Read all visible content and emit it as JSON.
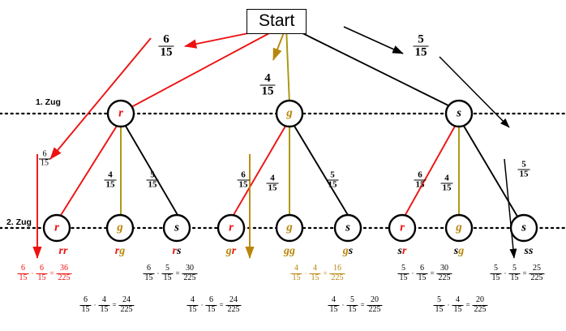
{
  "title": "Probability tree diagram - two draws with replacement (15 items: 6 red, 4 green, 5 black)",
  "colors": {
    "red": "#ee1111",
    "gold": "#b8860b",
    "black": "#000000",
    "background": "#ffffff"
  },
  "start": {
    "label": "Start"
  },
  "levels": [
    {
      "name": "level-1-label",
      "text": "1. Zug"
    },
    {
      "name": "level-2-label",
      "text": "2. Zug"
    }
  ],
  "level1": {
    "nodes": [
      {
        "id": "r",
        "label": "r",
        "color": "red"
      },
      {
        "id": "g",
        "label": "g",
        "color": "gold"
      },
      {
        "id": "s",
        "label": "s",
        "color": "black"
      }
    ],
    "edges": [
      {
        "to": "r",
        "num": "6",
        "den": "15",
        "color": "red"
      },
      {
        "to": "g",
        "num": "4",
        "den": "15",
        "color": "gold"
      },
      {
        "to": "s",
        "num": "5",
        "den": "15",
        "color": "black"
      }
    ]
  },
  "level2": {
    "groups": [
      {
        "parent": "r",
        "children": [
          {
            "id": "rr",
            "label": "r",
            "color": "red",
            "num": "6",
            "den": "15"
          },
          {
            "id": "rg",
            "label": "g",
            "color": "gold",
            "num": "4",
            "den": "15"
          },
          {
            "id": "rs",
            "label": "s",
            "color": "black",
            "num": "5",
            "den": "15"
          }
        ]
      },
      {
        "parent": "g",
        "children": [
          {
            "id": "gr",
            "label": "r",
            "color": "red",
            "num": "6",
            "den": "15"
          },
          {
            "id": "gg",
            "label": "g",
            "color": "gold",
            "num": "4",
            "den": "15"
          },
          {
            "id": "gs",
            "label": "s",
            "color": "black",
            "num": "5",
            "den": "15"
          }
        ]
      },
      {
        "parent": "s",
        "children": [
          {
            "id": "sr",
            "label": "r",
            "color": "red",
            "num": "6",
            "den": "15"
          },
          {
            "id": "sg",
            "label": "g",
            "color": "gold",
            "num": "4",
            "den": "15"
          },
          {
            "id": "ss",
            "label": "s",
            "color": "black",
            "num": "5",
            "den": "15"
          }
        ]
      }
    ]
  },
  "outcomes": [
    {
      "id": "rr",
      "first": "r",
      "first_color": "red",
      "second": "r",
      "second_color": "red"
    },
    {
      "id": "rg",
      "first": "r",
      "first_color": "red",
      "second": "g",
      "second_color": "gold"
    },
    {
      "id": "rs",
      "first": "r",
      "first_color": "red",
      "second": "s",
      "second_color": "black"
    },
    {
      "id": "gr",
      "first": "g",
      "first_color": "gold",
      "second": "r",
      "second_color": "red"
    },
    {
      "id": "gg",
      "first": "g",
      "first_color": "gold",
      "second": "g",
      "second_color": "gold"
    },
    {
      "id": "gs",
      "first": "g",
      "first_color": "gold",
      "second": "s",
      "second_color": "black"
    },
    {
      "id": "sr",
      "first": "s",
      "first_color": "black",
      "second": "r",
      "second_color": "red"
    },
    {
      "id": "sg",
      "first": "s",
      "first_color": "black",
      "second": "g",
      "second_color": "gold"
    },
    {
      "id": "ss",
      "first": "s",
      "first_color": "black",
      "second": "s",
      "second_color": "black"
    }
  ],
  "equations": [
    {
      "id": "eq-rr",
      "a_num": "6",
      "a_den": "15",
      "b_num": "6",
      "b_den": "15",
      "r_num": "36",
      "r_den": "225",
      "color": "red",
      "row": 1
    },
    {
      "id": "eq-rg",
      "a_num": "6",
      "a_den": "15",
      "b_num": "4",
      "b_den": "15",
      "r_num": "24",
      "r_den": "225",
      "color": "black",
      "row": 2
    },
    {
      "id": "eq-rs",
      "a_num": "6",
      "a_den": "15",
      "b_num": "5",
      "b_den": "15",
      "r_num": "30",
      "r_den": "225",
      "color": "black",
      "row": 1
    },
    {
      "id": "eq-gr",
      "a_num": "4",
      "a_den": "15",
      "b_num": "6",
      "b_den": "15",
      "r_num": "24",
      "r_den": "225",
      "color": "black",
      "row": 2
    },
    {
      "id": "eq-gg",
      "a_num": "4",
      "a_den": "15",
      "b_num": "4",
      "b_den": "15",
      "r_num": "16",
      "r_den": "225",
      "color": "gold",
      "row": 1
    },
    {
      "id": "eq-gs",
      "a_num": "4",
      "a_den": "15",
      "b_num": "5",
      "b_den": "15",
      "r_num": "20",
      "r_den": "225",
      "color": "black",
      "row": 2
    },
    {
      "id": "eq-sr",
      "a_num": "5",
      "a_den": "15",
      "b_num": "6",
      "b_den": "15",
      "r_num": "30",
      "r_den": "225",
      "color": "black",
      "row": 1
    },
    {
      "id": "eq-sg",
      "a_num": "5",
      "a_den": "15",
      "b_num": "4",
      "b_den": "15",
      "r_num": "20",
      "r_den": "225",
      "color": "black",
      "row": 2
    },
    {
      "id": "eq-ss",
      "a_num": "5",
      "a_den": "15",
      "b_num": "5",
      "b_den": "15",
      "r_num": "25",
      "r_den": "225",
      "color": "black",
      "row": 1
    }
  ],
  "annotations": {
    "start_to_r": {
      "num": "6",
      "den": "15",
      "color": "red"
    },
    "start_to_g": {
      "num": "4",
      "den": "15",
      "color": "gold"
    },
    "start_to_s": {
      "num": "5",
      "den": "15",
      "color": "black"
    },
    "r_to_rr": {
      "num": "6",
      "den": "15",
      "color": "red"
    },
    "g_to_gr": {
      "num": "4",
      "den": "15",
      "color": "gold"
    },
    "s_to_ss": {
      "num": "5",
      "den": "15",
      "color": "black"
    }
  },
  "symbols": {
    "times": "·",
    "equals": "="
  }
}
